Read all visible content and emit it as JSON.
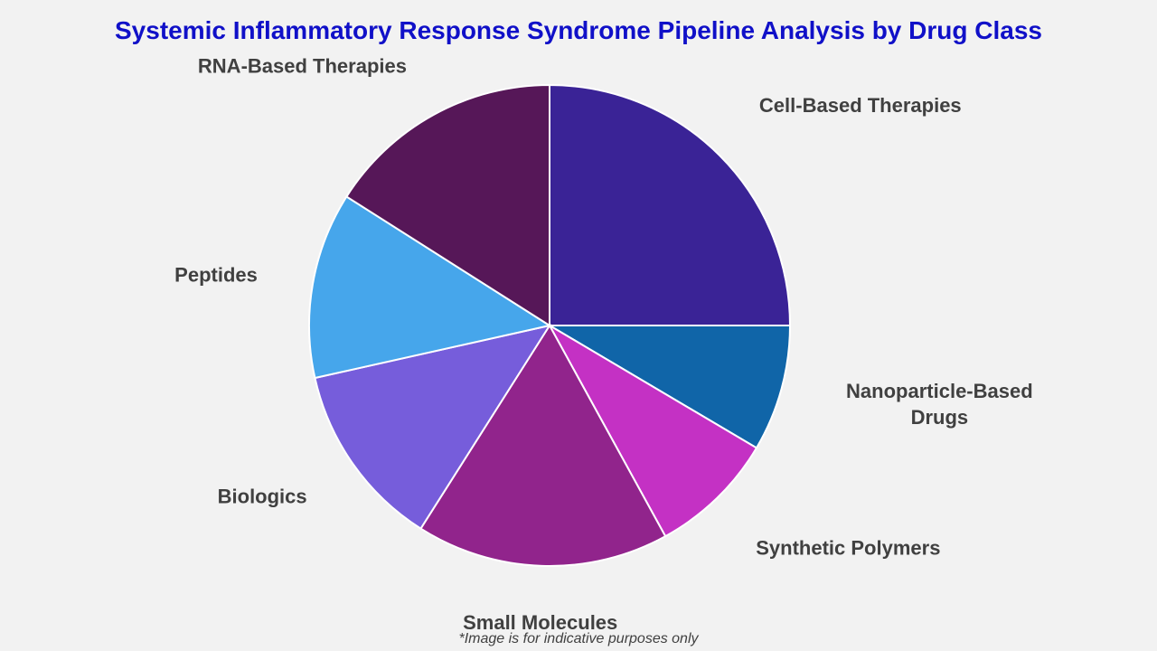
{
  "colors": {
    "background": "#f2f2f2",
    "title": "#1010c8",
    "label": "#404040"
  },
  "chart_data": {
    "type": "pie",
    "title": "Systemic Inflammatory Response Syndrome Pipeline Analysis by Drug Class",
    "start_angle_deg": 0,
    "direction": "clockwise",
    "slices": [
      {
        "label": "Cell-Based Therapies",
        "value": 25,
        "color": "#3a2396"
      },
      {
        "label": "Nanoparticle-Based Drugs",
        "value": 8.5,
        "color": "#1065a8"
      },
      {
        "label": "Synthetic Polymers",
        "value": 8.5,
        "color": "#c431c4"
      },
      {
        "label": "Small Molecules",
        "value": 17,
        "color": "#91248c"
      },
      {
        "label": "Biologics",
        "value": 12.5,
        "color": "#765ddb"
      },
      {
        "label": "Peptides",
        "value": 12.5,
        "color": "#46a6eb"
      },
      {
        "label": "RNA-Based Therapies",
        "value": 16,
        "color": "#561758"
      }
    ]
  },
  "footnote": "*Image is for indicative purposes only"
}
